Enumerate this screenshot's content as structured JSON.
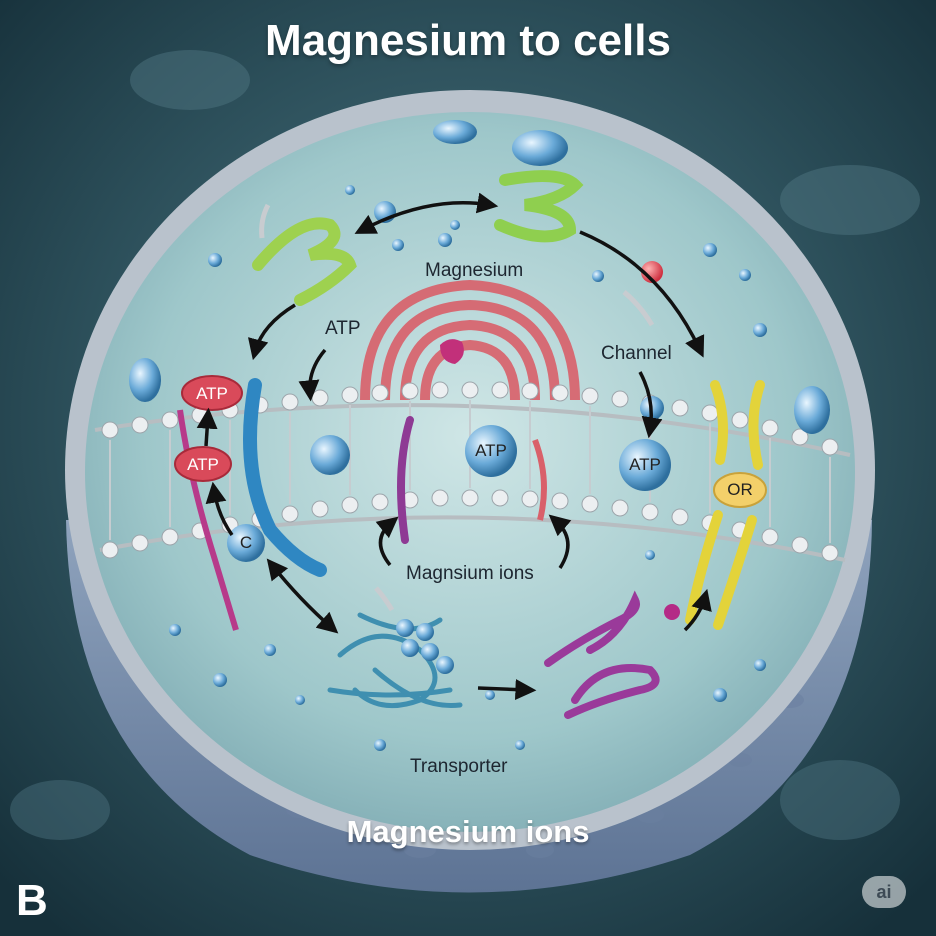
{
  "title": "Magnesium to cells",
  "panel_letter": "B",
  "bottom_title": "Magnesium ions",
  "watermark": "ai",
  "labels": {
    "magnesium": "Magnesium",
    "atp_upper": "ATP",
    "channel": "Channel",
    "magnsium_ions": "Magnsium ions",
    "transporter": "Transporter"
  },
  "pills": {
    "atp_left_top": "ATP",
    "atp_left_bottom": "ATP",
    "c_node": "C",
    "atp_center": "ATP",
    "atp_right": "ATP",
    "or_node": "OR"
  },
  "colors": {
    "background": "#1f3a44",
    "cell_interior": "#a7cdd0",
    "membrane": "#c9cfd3",
    "golgi": "#d9606a",
    "green_protein": "#9ed14f",
    "yellow_protein": "#e3d33a",
    "blue_protein": "#2f87c2",
    "purple_protein": "#8e3a94",
    "atp_red": "#d94a5a",
    "atp_blue": "#6aaad8"
  }
}
